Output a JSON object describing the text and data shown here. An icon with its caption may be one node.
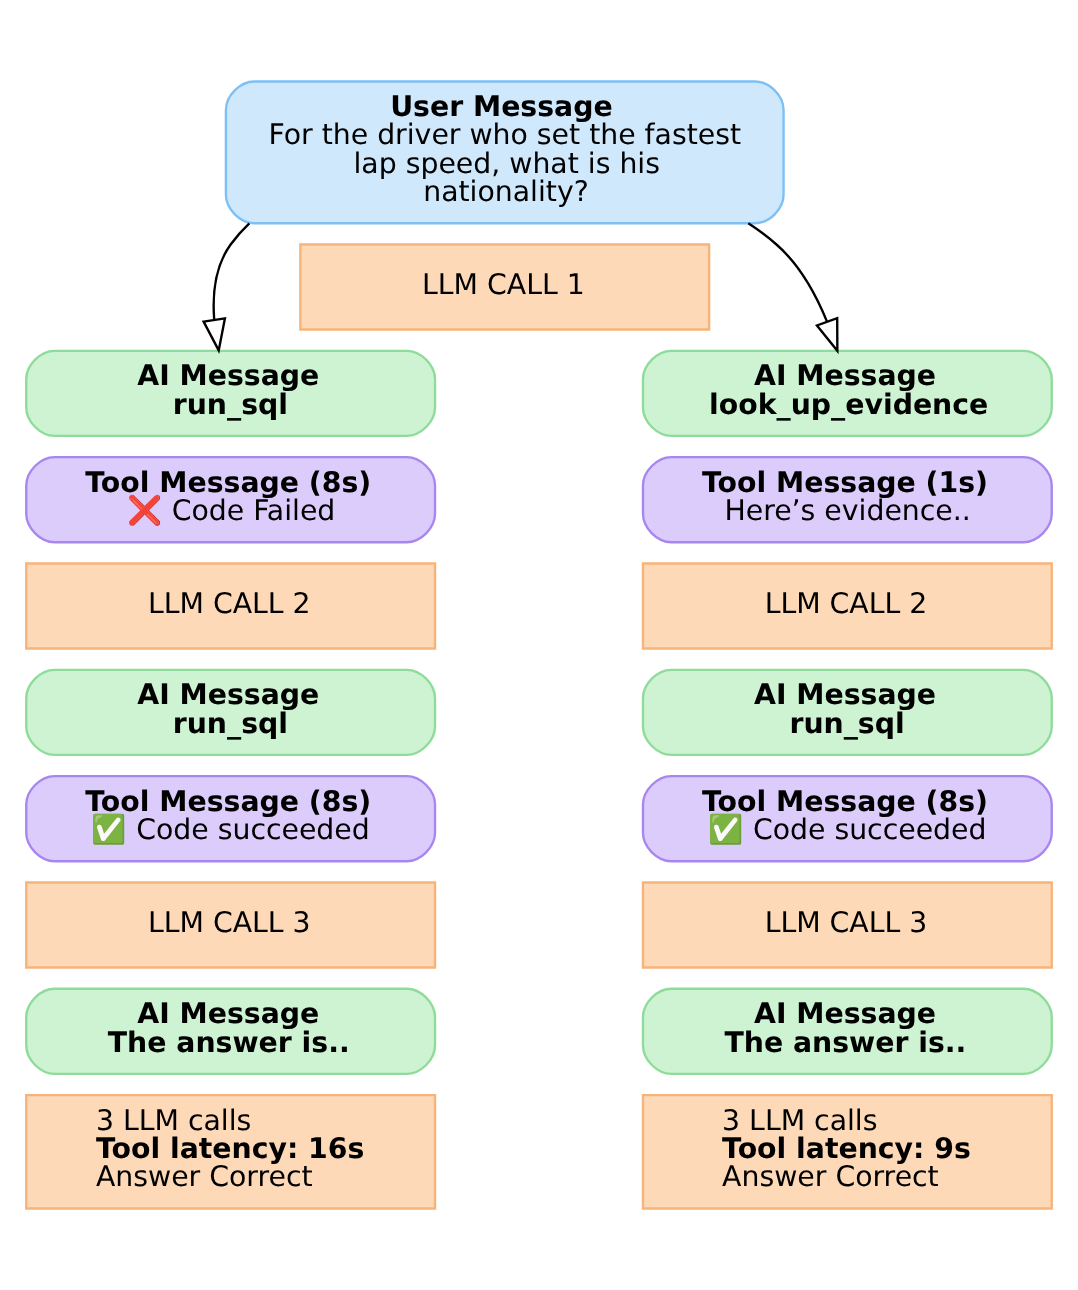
{
  "diagram": {
    "nodes": [
      {
        "text": [
          "User Message",
          "For the driver who set the fastest lap speed, what is his nationality?"
        ]
      },
      {
        "text": [
          "LLM CALL 1"
        ]
      },
      {
        "text": [
          "AI Message",
          "run_sql"
        ]
      },
      {
        "text": [
          "Tool Message (8s)",
          "❌ Code Failed"
        ]
      },
      {
        "text": [
          "LLM CALL 2"
        ]
      },
      {
        "text": [
          "AI Message",
          "run_sql"
        ]
      },
      {
        "text": [
          "Tool Message (8s)",
          "✅ Code succeeded"
        ]
      },
      {
        "text": [
          "LLM CALL 3"
        ]
      },
      {
        "text": [
          "AI Message",
          "The answer is.."
        ]
      },
      {
        "text": [
          "3 LLM calls",
          "Tool latency: 16s",
          "Answer Correct"
        ]
      },
      {
        "text": [
          "AI Message",
          "look_up_evidence"
        ]
      },
      {
        "text": [
          "Tool Message (1s)",
          "Here’s evidence.."
        ]
      },
      {
        "text": [
          "LLM CALL 2"
        ]
      },
      {
        "text": [
          "AI Message",
          "run_sql"
        ]
      },
      {
        "text": [
          "Tool Message (8s)",
          "✅ Code succeeded"
        ]
      },
      {
        "text": [
          "LLM CALL 3"
        ]
      },
      {
        "text": [
          "AI Message",
          "The answer is.."
        ]
      },
      {
        "text": [
          "3 LLM calls",
          "Tool latency: 9s",
          "Answer Correct"
        ]
      }
    ],
    "edges": [
      {
        "from": 0,
        "to": 2,
        "arrow": "to"
      },
      {
        "from": 0,
        "to": 10,
        "arrow": "to"
      }
    ]
  }
}
